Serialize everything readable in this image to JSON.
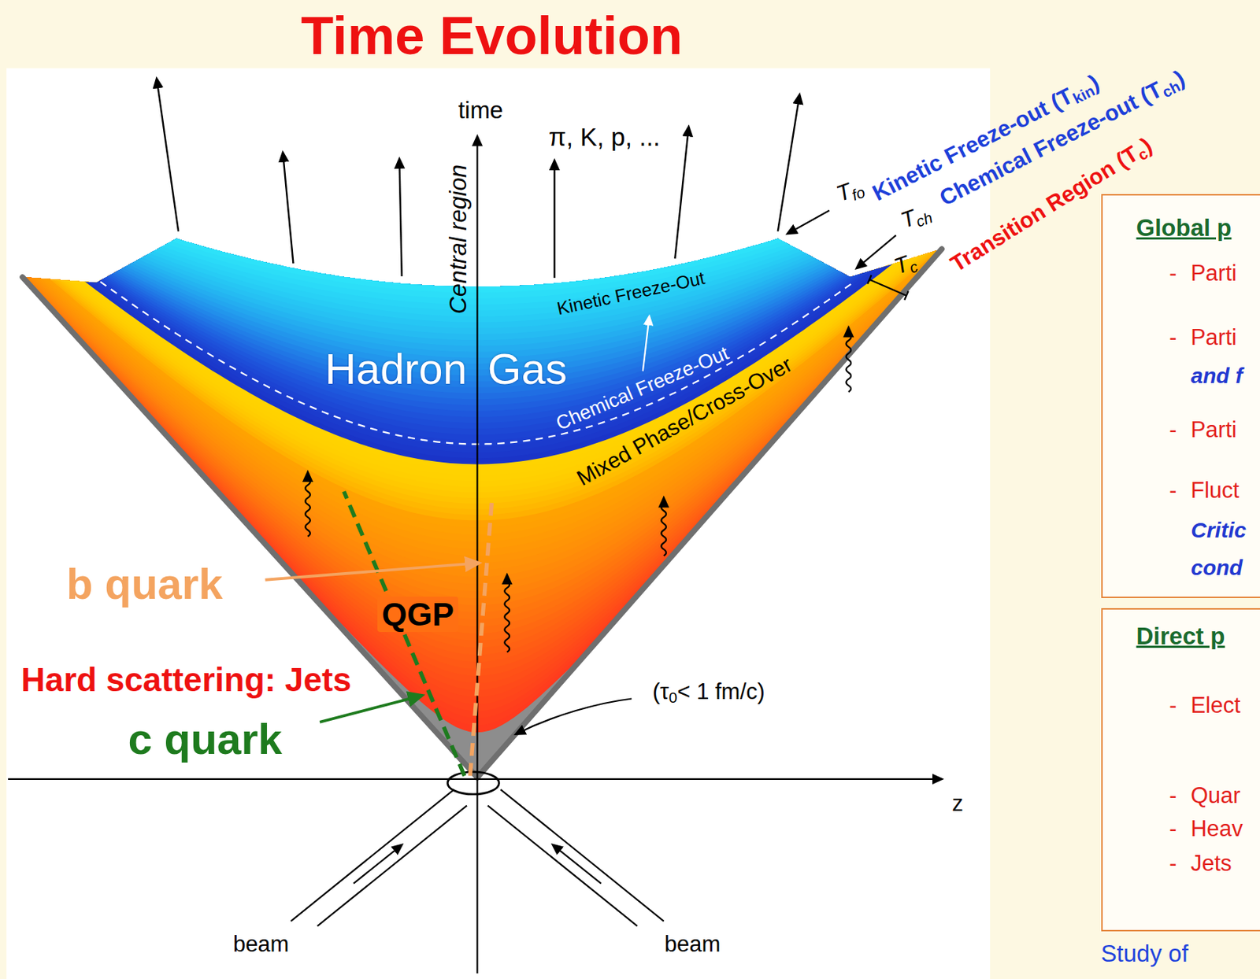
{
  "diagram": {
    "title": "Time Evolution",
    "nodes": [
      {
        "text": [
          "Hadron Gas",
          "Chemical Freeze-Out",
          "Kinetic Freeze-Out"
        ]
      },
      {
        "text": [
          "Mixed Phase/Cross-Over"
        ]
      },
      {
        "text": [
          "QGP"
        ]
      },
      {
        "text": [
          "Global p",
          "- Parti",
          "- Parti",
          "and f",
          "- Parti",
          "- Fluct",
          "Critic",
          "cond"
        ]
      },
      {
        "text": [
          "Direct p",
          "- Elect",
          "- Quar",
          "- Heav",
          "- Jets"
        ]
      }
    ],
    "labels": [
      "time",
      "Central region",
      "π, K, p, ...",
      "Tfo",
      "Tch",
      "Tc",
      "Kinetic Freeze-out (Tkin)",
      "Chemical Freeze-out (Tch)",
      "Transition Region (Tc)",
      "b quark",
      "Hard scattering: Jets",
      "c quark",
      "(τ0< 1 fm/c)",
      "z",
      "beam",
      "beam",
      "Study of"
    ]
  }
}
